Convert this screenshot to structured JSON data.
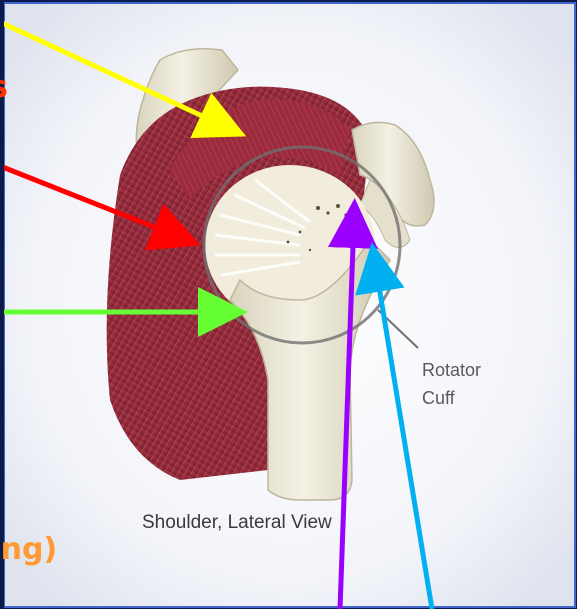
{
  "labels": {
    "rotator_cuff_line1": "Rotator",
    "rotator_cuff_line2": "Cuff",
    "caption": "Shoulder, Lateral View",
    "left_partial_top": "s",
    "left_partial_bottom": "ong)"
  },
  "colors": {
    "slide_background": "#0a1a4a",
    "image_border": "#4466cc",
    "arrow_yellow": "#ffff00",
    "arrow_red": "#ff0000",
    "arrow_green": "#66ff33",
    "arrow_purple": "#9900ff",
    "arrow_cyan": "#00b0f0",
    "muscle": "#9a2a3a",
    "bone": "#ece8d6"
  }
}
